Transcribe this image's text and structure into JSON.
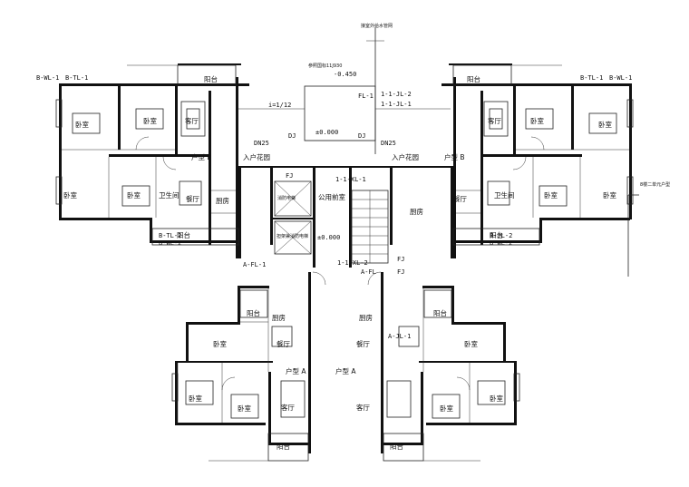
{
  "rooms": {
    "balcony": "阳台",
    "living": "客厅",
    "bedroom": "卧室",
    "bath": "卫生间",
    "dining": "餐厅",
    "kitchen": "厨房",
    "entry_garden": "入户花园",
    "type_b": "户型 B",
    "type_a": "户型 A",
    "public_hall": "公用前室",
    "fire_elevator": "消防电梯",
    "stretcher_elevator": "担架兼消防电梯"
  },
  "tags": {
    "b_wl_1": "B-WL-1",
    "b_tl_1": "B-TL-1",
    "b_tl_2": "B-TL-2",
    "b_wl_2": "B-WL-2",
    "b_jl_2": "B-JL-2",
    "fl_1": "FL-1",
    "l1_jl_2": "1-1-JL-2",
    "l1_jl_1": "1-1-JL-1",
    "level_pos": "±0.000",
    "level_neg": "-0.450",
    "slope": "i=1/12",
    "dn25": "DN25",
    "dj": "DJ",
    "fj": "FJ",
    "xl1": "1-1-XL-1",
    "xl2": "1-1-XL-2",
    "a_fl_1": "A-FL-1",
    "a_fl": "A-FL",
    "a_jl_1": "A-JL-1",
    "ref_note": "参照国标11J930",
    "unit_note": "8楼二单元户型",
    "top_note": "接室外给水管网"
  }
}
